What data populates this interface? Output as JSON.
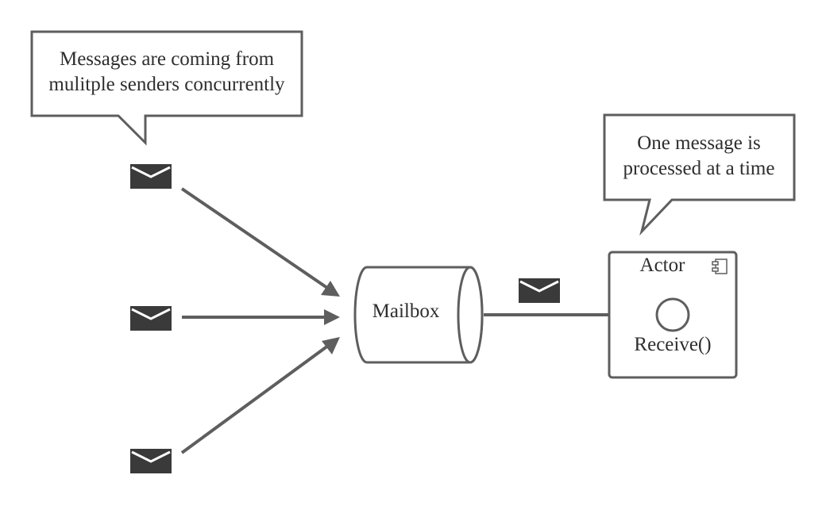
{
  "diagram": {
    "callouts": [
      {
        "lines": [
          "Messages are coming from",
          "mulitple senders concurrently"
        ]
      },
      {
        "lines": [
          "One message is",
          "processed at a time"
        ]
      }
    ],
    "mailbox": {
      "label": "Mailbox"
    },
    "actor": {
      "title": "Actor",
      "method": "Receive()"
    },
    "icons": {
      "message": "envelope-icon",
      "component": "component-icon"
    },
    "colors": {
      "stroke": "#5e5e5e",
      "envelope": "#3a3a3a",
      "text": "#2e2e2e",
      "background": "#ffffff"
    }
  }
}
